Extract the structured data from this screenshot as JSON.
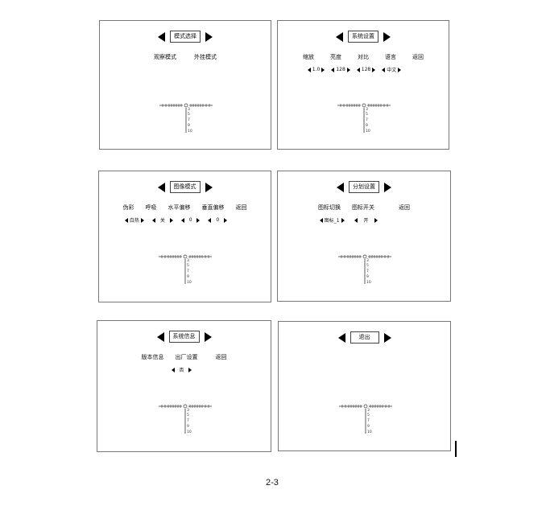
{
  "panels": [
    {
      "title": "模式选择",
      "menu": [
        "观察模式",
        "外挂模式"
      ],
      "values": []
    },
    {
      "title": "系统设置",
      "menu": [
        "缩放",
        "亮度",
        "对比",
        "语言",
        "返回"
      ],
      "values": [
        "1.0",
        "128",
        "128",
        "中文"
      ]
    },
    {
      "title": "图像模式",
      "menu": [
        "伪彩",
        "呼吸",
        "水平偏移",
        "垂直偏移",
        "返回"
      ],
      "values": [
        "白热",
        "关",
        "0",
        "0"
      ]
    },
    {
      "title": "分划设置",
      "menu": [
        "图标切换",
        "图标开关",
        "返回"
      ],
      "values": [
        "图标_1",
        "开"
      ]
    },
    {
      "title": "系统信息",
      "menu": [
        "版本信息",
        "出厂设置",
        "返回"
      ],
      "values": [
        "否"
      ]
    },
    {
      "title": "退出",
      "menu": [],
      "values": []
    }
  ],
  "reticle_labels": [
    "3",
    "5",
    "7",
    "9",
    "10"
  ],
  "caption": "2-3"
}
